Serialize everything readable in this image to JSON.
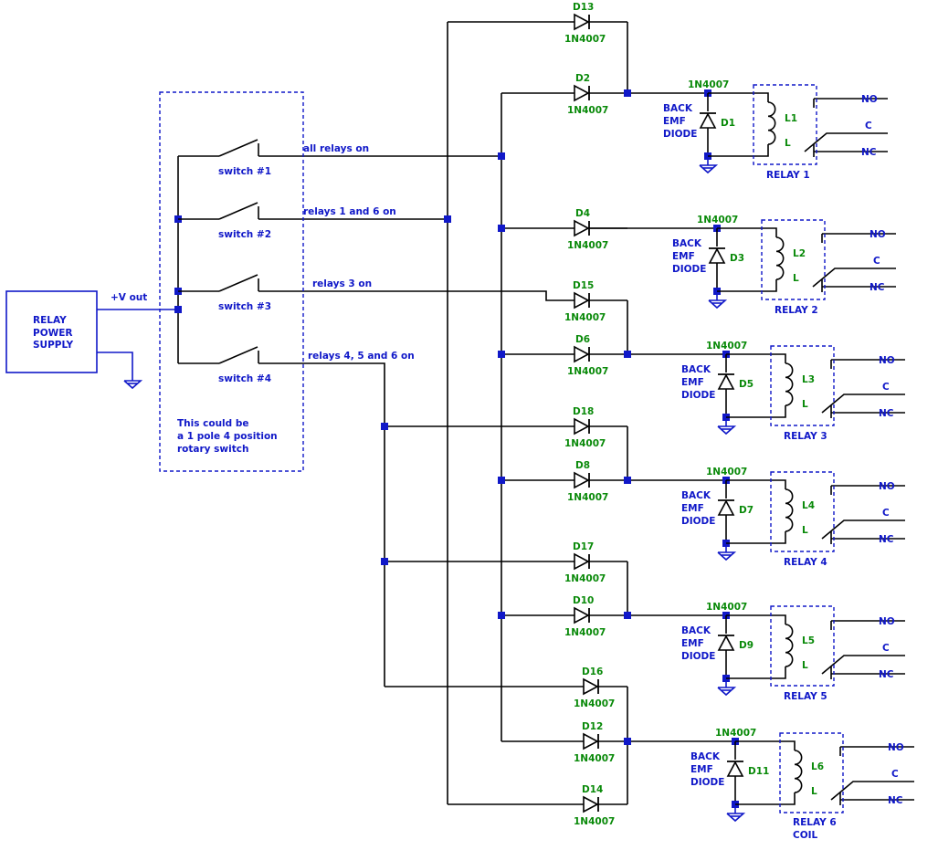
{
  "supply": {
    "line1": "RELAY",
    "line2": "POWER",
    "line3": "SUPPLY",
    "vout": "+V out"
  },
  "switches": [
    {
      "label": "switch #1",
      "function": "all relays on"
    },
    {
      "label": "switch #2",
      "function": "relays 1 and 6 on"
    },
    {
      "label": "switch #3",
      "function": "relays 3  on"
    },
    {
      "label": "switch #4",
      "function": "relays 4, 5 and 6 on"
    }
  ],
  "rotary_note": {
    "line1": "This could be",
    "line2": "a 1 pole 4 position",
    "line3": " rotary switch"
  },
  "diode_part": "1N4007",
  "back_emf": {
    "line1": "BACK",
    "line2": "EMF",
    "line3": "DIODE"
  },
  "contacts": {
    "no": "NO",
    "c": "C",
    "nc": "NC"
  },
  "coil_l": "L",
  "relays": [
    {
      "name": "RELAY 1",
      "coil": "L1",
      "flyback": "D1",
      "feed": [
        "D13",
        "D2"
      ]
    },
    {
      "name": "RELAY 2",
      "coil": "L2",
      "flyback": "D3",
      "feed": [
        "D4"
      ]
    },
    {
      "name": "RELAY 3",
      "coil": "L3",
      "flyback": "D5",
      "feed": [
        "D15",
        "D6"
      ]
    },
    {
      "name": "RELAY 4",
      "coil": "L4",
      "flyback": "D7",
      "feed": [
        "D18",
        "D8"
      ]
    },
    {
      "name": "RELAY 5",
      "coil": "L5",
      "flyback": "D9",
      "feed": [
        "D17",
        "D10"
      ]
    },
    {
      "name": "RELAY 6",
      "name2": "COIL",
      "coil": "L6",
      "flyback": "D11",
      "feed": [
        "D16",
        "D12",
        "D14"
      ]
    }
  ]
}
